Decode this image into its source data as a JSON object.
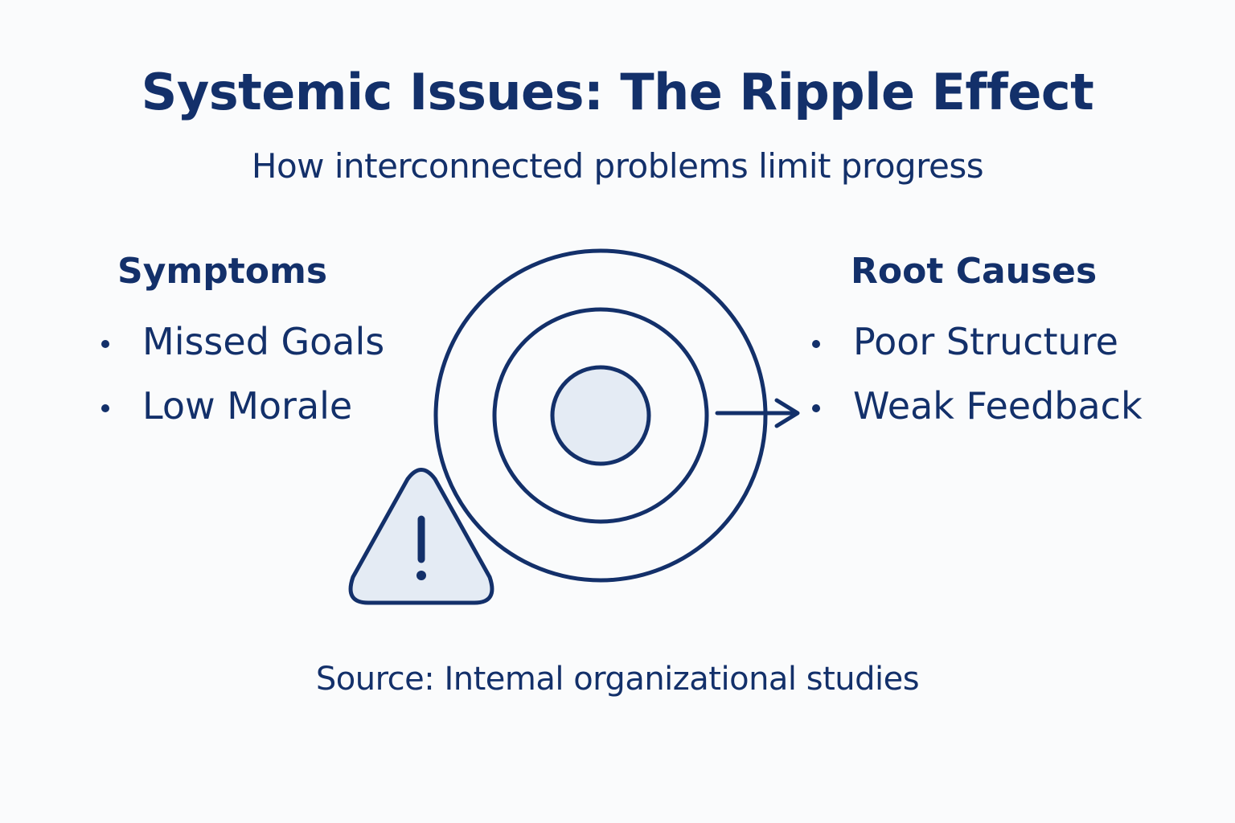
{
  "header": {
    "title": "Systemic Issues: The Ripple Effect",
    "subtitle": "How interconnected problems limit progress"
  },
  "symptoms": {
    "heading": "Symptoms",
    "items": [
      "Missed Goals",
      "Low Morale"
    ]
  },
  "root_causes": {
    "heading": "Root Causes",
    "items": [
      "Poor Structure",
      "Weak Feedback"
    ]
  },
  "icons": {
    "center": "concentric-ripple-icon",
    "warning": "warning-triangle-icon",
    "arrow": "arrow-right-icon"
  },
  "colors": {
    "primary": "#13306a",
    "fill_light": "#e4ebf4",
    "background": "#fafbfc"
  },
  "footer": {
    "source": "Source: Intemal organizational studies"
  }
}
